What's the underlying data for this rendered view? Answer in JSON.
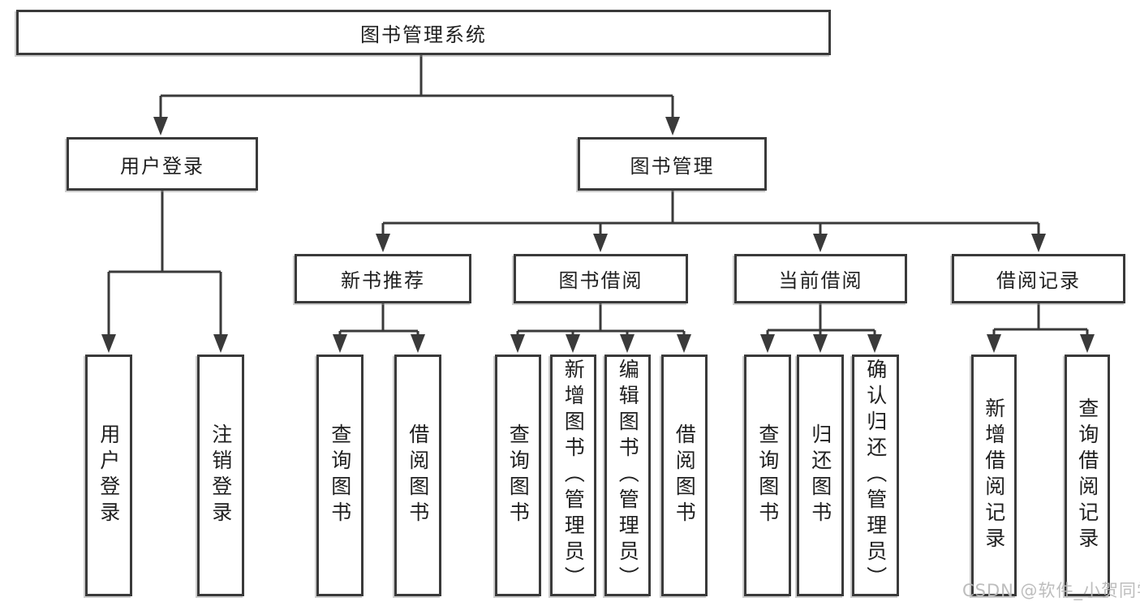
{
  "diagram": {
    "title": "图书管理系统",
    "level2": [
      {
        "label": "用户登录",
        "parent": "图书管理系统"
      },
      {
        "label": "图书管理",
        "parent": "图书管理系统"
      }
    ],
    "level3": [
      {
        "label": "新书推荐",
        "parent": "图书管理"
      },
      {
        "label": "图书借阅",
        "parent": "图书管理"
      },
      {
        "label": "当前借阅",
        "parent": "图书管理"
      },
      {
        "label": "借阅记录",
        "parent": "图书管理"
      }
    ],
    "leaves": [
      {
        "label": "用户登录",
        "parent": "用户登录"
      },
      {
        "label": "注销登录",
        "parent": "用户登录"
      },
      {
        "label": "查询图书",
        "parent": "新书推荐"
      },
      {
        "label": "借阅图书",
        "parent": "新书推荐"
      },
      {
        "label": "查询图书",
        "parent": "图书借阅"
      },
      {
        "label": "新增图书（管理员）",
        "parent": "图书借阅"
      },
      {
        "label": "编辑图书（管理员）",
        "parent": "图书借阅"
      },
      {
        "label": "借阅图书",
        "parent": "图书借阅"
      },
      {
        "label": "查询图书",
        "parent": "当前借阅"
      },
      {
        "label": "归还图书",
        "parent": "当前借阅"
      },
      {
        "label": "确认归还（管理员）",
        "parent": "当前借阅"
      },
      {
        "label": "新增借阅记录",
        "parent": "借阅记录"
      },
      {
        "label": "查询借阅记录",
        "parent": "借阅记录"
      }
    ]
  },
  "watermark": {
    "text": "CSDN @软件_小贺同学"
  },
  "colors": {
    "line": "#3a3a3a",
    "border": "#3a3a3a",
    "text": "#1f1f1f",
    "watermark": "#b9b9b9",
    "background": "#ffffff"
  }
}
